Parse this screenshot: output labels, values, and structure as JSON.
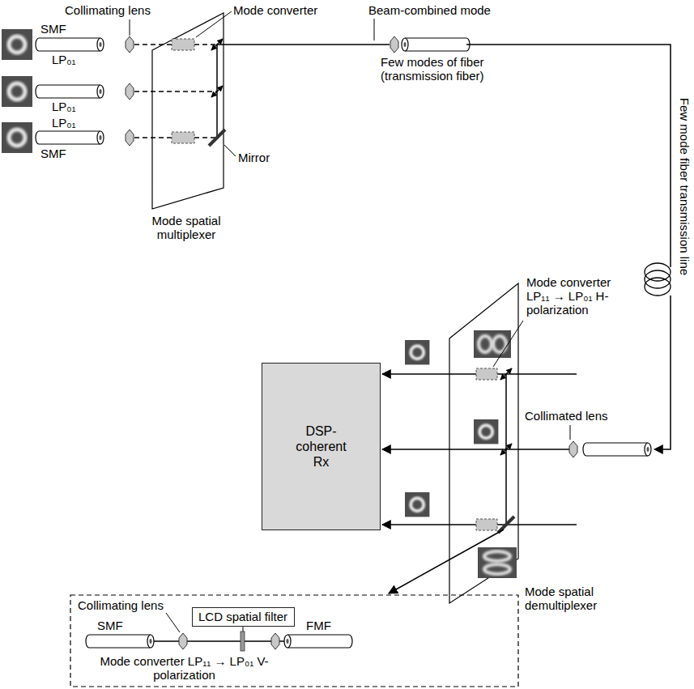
{
  "diagram": {
    "nodes": [
      {
        "text": [
          "DSP-coherent Rx"
        ]
      },
      {
        "text": [
          "LCD spatial filter"
        ]
      }
    ],
    "labels": [
      "Collimating lens",
      "Mode converter",
      "Beam-combined mode",
      "SMF",
      "LP₀₁",
      "LP₀₁",
      "LP₀₁",
      "SMF",
      "Few modes of fiber (transmission fiber)",
      "Mirror",
      "Mode spatial multiplexer",
      "Few mode fiber transmission line",
      "Mode converter LP₁₁ → LP₀₁ H-polarization",
      "Collimated lens",
      "Mode spatial demultiplexer",
      "Collimating lens",
      "SMF",
      "FMF",
      "Mode converter LP₁₁ → LP₀₁ V-polarization"
    ]
  }
}
